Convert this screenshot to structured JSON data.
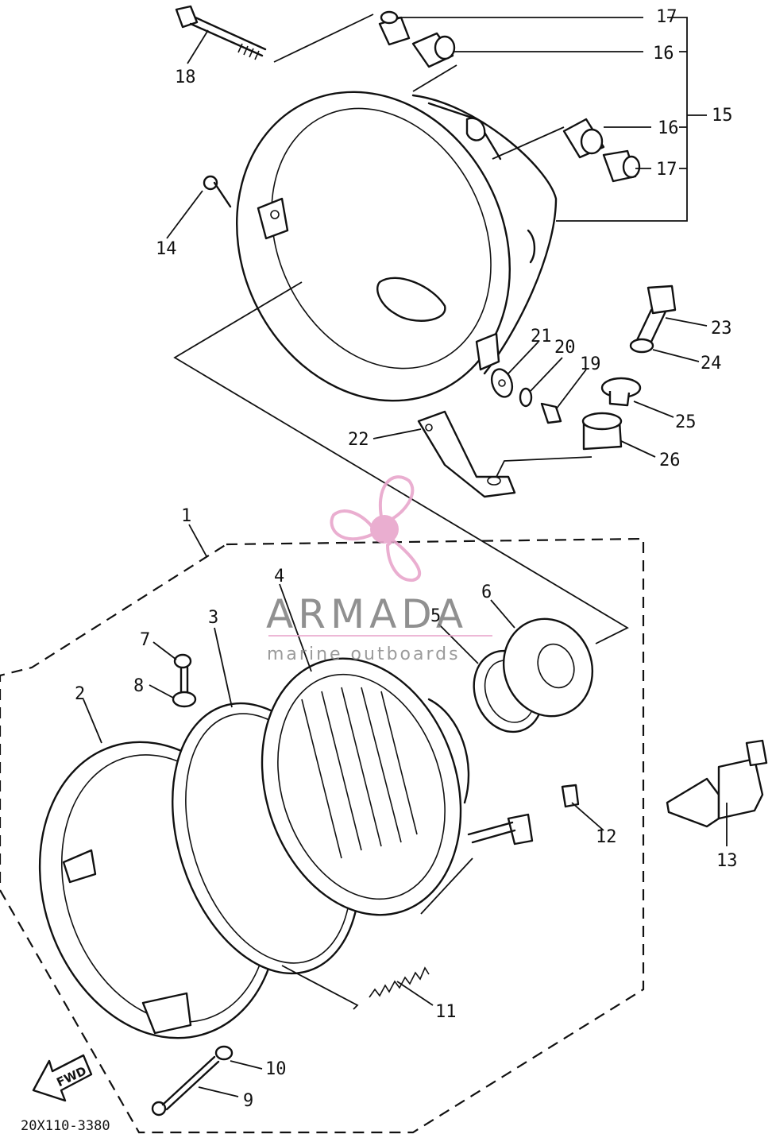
{
  "diagram": {
    "drawing_code": "20X110-3380",
    "direction_label": "FWD",
    "callouts": [
      {
        "id": "c1",
        "label": "1"
      },
      {
        "id": "c2",
        "label": "2"
      },
      {
        "id": "c3",
        "label": "3"
      },
      {
        "id": "c4",
        "label": "4"
      },
      {
        "id": "c5",
        "label": "5"
      },
      {
        "id": "c6",
        "label": "6"
      },
      {
        "id": "c7",
        "label": "7"
      },
      {
        "id": "c8",
        "label": "8"
      },
      {
        "id": "c9",
        "label": "9"
      },
      {
        "id": "c10",
        "label": "10"
      },
      {
        "id": "c11",
        "label": "11"
      },
      {
        "id": "c12",
        "label": "12"
      },
      {
        "id": "c13",
        "label": "13"
      },
      {
        "id": "c14",
        "label": "14"
      },
      {
        "id": "c15",
        "label": "15"
      },
      {
        "id": "c16a",
        "label": "16"
      },
      {
        "id": "c16b",
        "label": "16"
      },
      {
        "id": "c17a",
        "label": "17"
      },
      {
        "id": "c17b",
        "label": "17"
      },
      {
        "id": "c18",
        "label": "18"
      },
      {
        "id": "c19",
        "label": "19"
      },
      {
        "id": "c20",
        "label": "20"
      },
      {
        "id": "c21",
        "label": "21"
      },
      {
        "id": "c22",
        "label": "22"
      },
      {
        "id": "c23",
        "label": "23"
      },
      {
        "id": "c24",
        "label": "24"
      },
      {
        "id": "c25",
        "label": "25"
      },
      {
        "id": "c26",
        "label": "26"
      }
    ]
  },
  "watermark": {
    "brand": "ARMADA",
    "tagline": "marine outboards",
    "logo_icon": "propeller-icon",
    "color": "#e8a6cc"
  }
}
